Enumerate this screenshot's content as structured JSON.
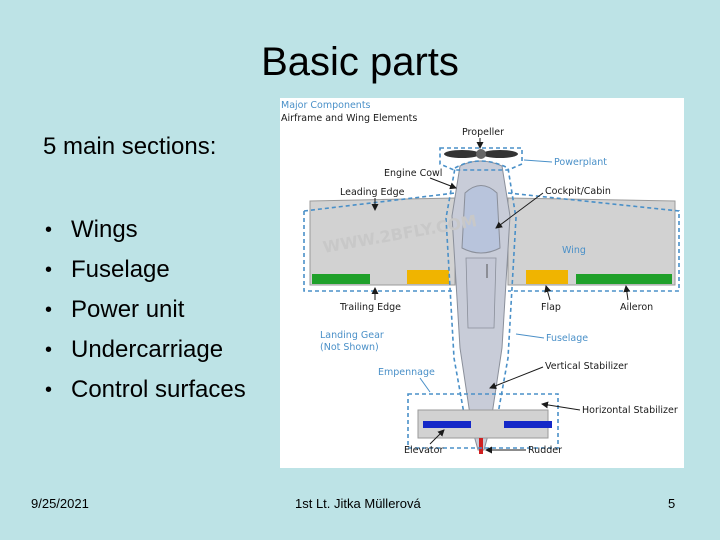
{
  "slide": {
    "title": "Basic parts",
    "intro": "5 main sections:",
    "bullets": [
      "Wings",
      "Fuselage",
      "Power unit",
      "Undercarriage",
      "Control surfaces"
    ],
    "bullet_glyph": "•"
  },
  "figure": {
    "header_line1": "Major Components",
    "header_line2": "Airframe and Wing Elements",
    "watermark": "WWW.2BFLY.COM",
    "labels": {
      "propeller": "Propeller",
      "engine_cowl": "Engine Cowl",
      "powerplant": "Powerplant",
      "cockpit": "Cockpit/Cabin",
      "leading_edge": "Leading Edge",
      "wing": "Wing",
      "trailing_edge": "Trailing Edge",
      "flap": "Flap",
      "aileron": "Aileron",
      "landing_gear_1": "Landing Gear",
      "landing_gear_2": "(Not Shown)",
      "fuselage": "Fuselage",
      "empennage": "Empennage",
      "vertical_stabilizer": "Vertical Stabilizer",
      "horizontal_stabilizer": "Horizontal Stabilizer",
      "elevator": "Elevator",
      "rudder": "Rudder"
    },
    "colors": {
      "flap": "#f0b400",
      "aileron": "#1fa02a",
      "elevator": "#1428c8",
      "rudder": "#d02020",
      "outline": "#4a90c8"
    }
  },
  "footer": {
    "date": "9/25/2021",
    "author": "1st Lt. Jitka Müllerová",
    "page": "5"
  }
}
